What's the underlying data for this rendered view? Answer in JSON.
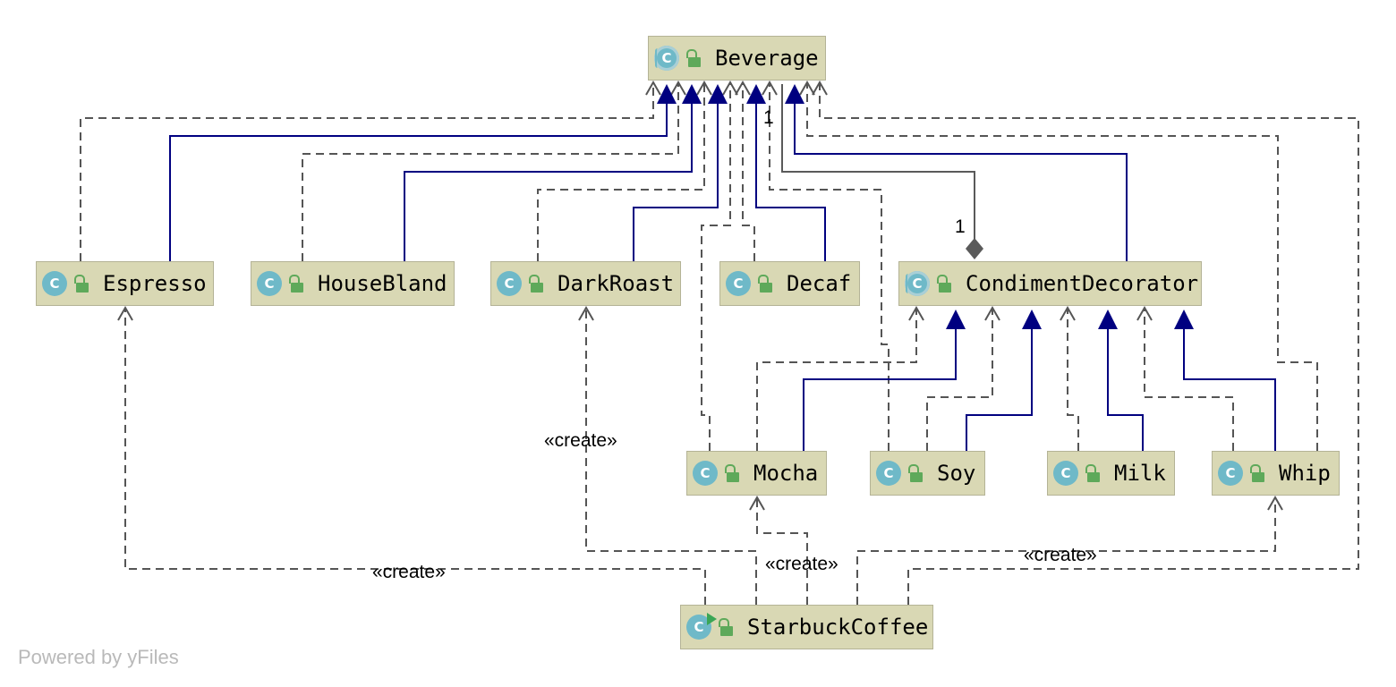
{
  "diagram": {
    "classes": {
      "beverage": {
        "name": "Beverage",
        "icon": "abstract-class-icon"
      },
      "espresso": {
        "name": "Espresso",
        "icon": "class-icon"
      },
      "houseblend": {
        "name": "HouseBland",
        "icon": "class-icon"
      },
      "darkroast": {
        "name": "DarkRoast",
        "icon": "class-icon"
      },
      "decaf": {
        "name": "Decaf",
        "icon": "class-icon"
      },
      "condiment": {
        "name": "CondimentDecorator",
        "icon": "abstract-class-icon"
      },
      "mocha": {
        "name": "Mocha",
        "icon": "class-icon"
      },
      "soy": {
        "name": "Soy",
        "icon": "class-icon"
      },
      "milk": {
        "name": "Milk",
        "icon": "class-icon"
      },
      "whip": {
        "name": "Whip",
        "icon": "class-icon"
      },
      "starbuck": {
        "name": "StarbuckCoffee",
        "icon": "runnable-class-icon"
      }
    },
    "relationships": {
      "inheritance": [
        {
          "from": "Espresso",
          "to": "Beverage"
        },
        {
          "from": "HouseBland",
          "to": "Beverage"
        },
        {
          "from": "DarkRoast",
          "to": "Beverage"
        },
        {
          "from": "Decaf",
          "to": "Beverage"
        },
        {
          "from": "CondimentDecorator",
          "to": "Beverage"
        },
        {
          "from": "Mocha",
          "to": "CondimentDecorator"
        },
        {
          "from": "Soy",
          "to": "CondimentDecorator"
        },
        {
          "from": "Milk",
          "to": "CondimentDecorator"
        },
        {
          "from": "Whip",
          "to": "CondimentDecorator"
        }
      ],
      "composition": [
        {
          "from": "CondimentDecorator",
          "to": "Beverage",
          "source_multiplicity": "1",
          "target_multiplicity": "1"
        }
      ],
      "dependency": [
        {
          "from": "Espresso",
          "to": "Beverage"
        },
        {
          "from": "HouseBland",
          "to": "Beverage"
        },
        {
          "from": "DarkRoast",
          "to": "Beverage"
        },
        {
          "from": "Decaf",
          "to": "Beverage"
        },
        {
          "from": "Mocha",
          "to": "Beverage"
        },
        {
          "from": "Soy",
          "to": "Beverage"
        },
        {
          "from": "Whip",
          "to": "Beverage"
        },
        {
          "from": "StarbuckCoffee",
          "to": "Beverage"
        },
        {
          "from": "Mocha",
          "to": "CondimentDecorator"
        },
        {
          "from": "Soy",
          "to": "CondimentDecorator"
        },
        {
          "from": "Milk",
          "to": "CondimentDecorator"
        },
        {
          "from": "Whip",
          "to": "CondimentDecorator"
        }
      ],
      "create": [
        {
          "from": "StarbuckCoffee",
          "to": "Espresso",
          "label": "«create»"
        },
        {
          "from": "StarbuckCoffee",
          "to": "DarkRoast",
          "label": "«create»"
        },
        {
          "from": "StarbuckCoffee",
          "to": "Mocha",
          "label": "«create»"
        },
        {
          "from": "StarbuckCoffee",
          "to": "Whip",
          "label": "«create»"
        }
      ]
    },
    "multiplicities": {
      "top": "1",
      "bottom": "1"
    },
    "colors": {
      "node_fill": "#d9d8b4",
      "node_border": "#b4b396",
      "inheritance": "#000080",
      "dependency": "#555555",
      "composition": "#555555",
      "class_icon": "#6fb9c8",
      "visibility_icon": "#5ea95a"
    }
  },
  "footer": {
    "text": "Powered by yFiles"
  }
}
